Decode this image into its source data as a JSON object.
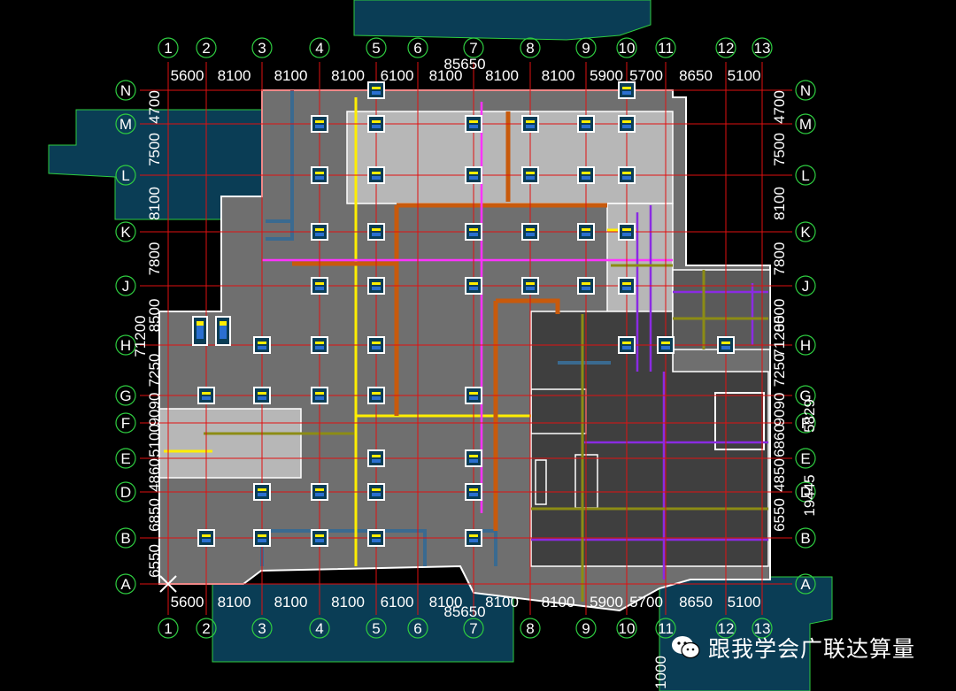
{
  "axes": {
    "columns": [
      "1",
      "2",
      "3",
      "4",
      "5",
      "6",
      "7",
      "8",
      "9",
      "10",
      "11",
      "12",
      "13"
    ],
    "rows": [
      "N",
      "M",
      "L",
      "K",
      "J",
      "H",
      "G",
      "F",
      "E",
      "D",
      "B",
      "A"
    ]
  },
  "dimensions": {
    "top_spans": [
      "5600",
      "8100",
      "8100",
      "8100",
      "6100",
      "8100",
      "8100",
      "8100",
      "5900",
      "5700",
      "8650",
      "5100"
    ],
    "bottom_spans": [
      "5600",
      "8100",
      "8100",
      "8100",
      "6100",
      "8100",
      "8100",
      "8100",
      "5900",
      "5700",
      "8650",
      "5100"
    ],
    "total_x": "85650",
    "left_spans": [
      "4700",
      "7500",
      "8100",
      "7800",
      "8500",
      "7250",
      "9090",
      "5100",
      "4860",
      "6850",
      "6550"
    ],
    "left_total": "71200",
    "right_spans": [
      "4700",
      "7500",
      "8100",
      "7800",
      "8500",
      "7250",
      "9090",
      "6860",
      "4850",
      "6550"
    ],
    "right_total": "71200",
    "right_extra": [
      "5829",
      "19445"
    ],
    "bottom_extra": "1000"
  },
  "watermark": {
    "text": "跟我学会广联达算量",
    "icon": "wechat-icon"
  },
  "colors": {
    "background": "#000000",
    "axis_line": "#e01010",
    "axis_bubble": "#2ecc40",
    "dimension_text": "#ffffff",
    "slab_dark": "#404040",
    "slab_mid": "#707070",
    "slab_light": "#b4b4b4",
    "outside_region": "#0a3d55",
    "beam_yellow": "#ffee00",
    "beam_orange": "#c85a0c",
    "beam_magenta": "#ff33ff",
    "beam_purple": "#8a2be2",
    "beam_olive": "#8c8c14",
    "beam_blue": "#3a6a90"
  }
}
